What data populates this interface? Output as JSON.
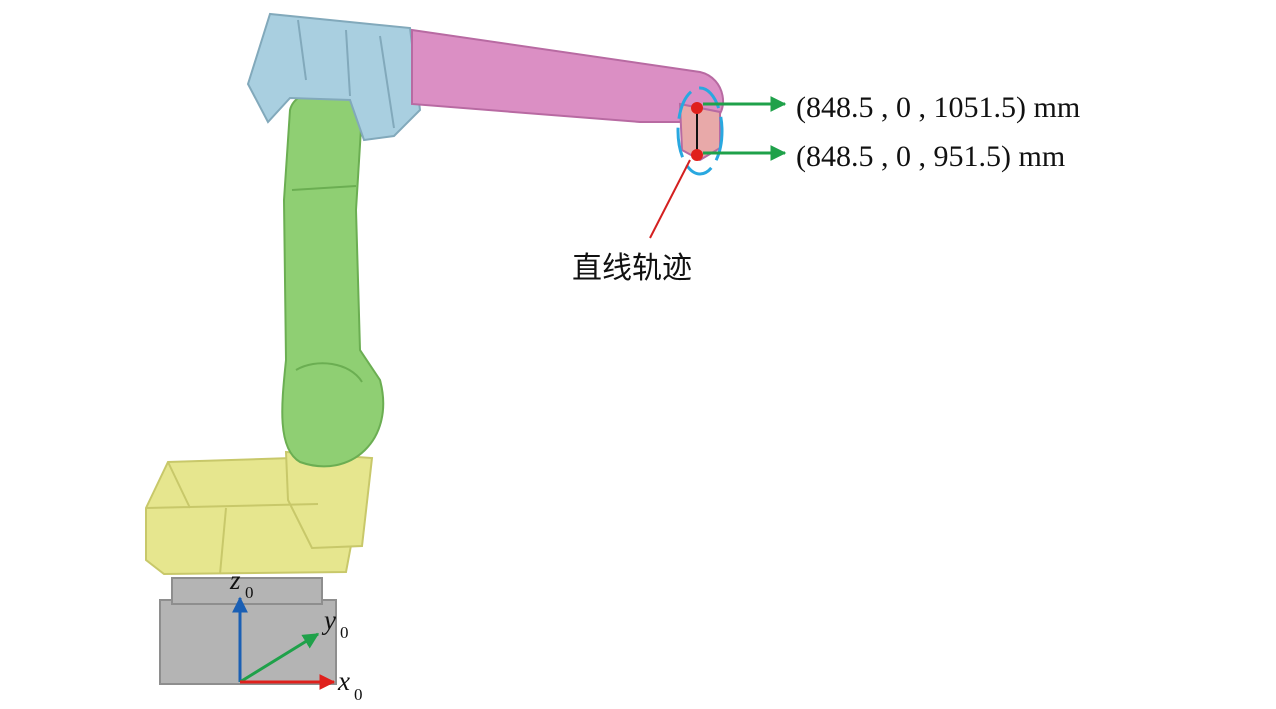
{
  "colors": {
    "base_gray": "#b4b4b4",
    "base_gray_dark": "#8e8e8e",
    "yellow_link": "#e6e68e",
    "yellow_dark": "#c8c86a",
    "green_arm": "#8fcf73",
    "green_dark": "#6bae52",
    "blue_shoulder": "#a9cfe0",
    "blue_dark": "#82a9bb",
    "pink_forearm": "#db8fc4",
    "pink_dark": "#b86aa2",
    "wrist_tool": "#e8a9a9",
    "point_red": "#e0201c",
    "arrow_green": "#1fa14a",
    "ellipse_blue": "#29a8e0",
    "pointer_red": "#d42020",
    "axis_z_blue": "#1a5fb4",
    "axis_y_green": "#1fa14a",
    "axis_x_red": "#e0201c"
  },
  "annotations": {
    "upper_point": "(848.5 , 0 , 1051.5) mm",
    "lower_point": "(848.5 , 0 , 951.5) mm",
    "trajectory_caption": "直线轨迹"
  },
  "axes": {
    "z_letter": "z",
    "z_sub": "0",
    "y_letter": "y",
    "y_sub": "0",
    "x_letter": "x",
    "x_sub": "0"
  }
}
